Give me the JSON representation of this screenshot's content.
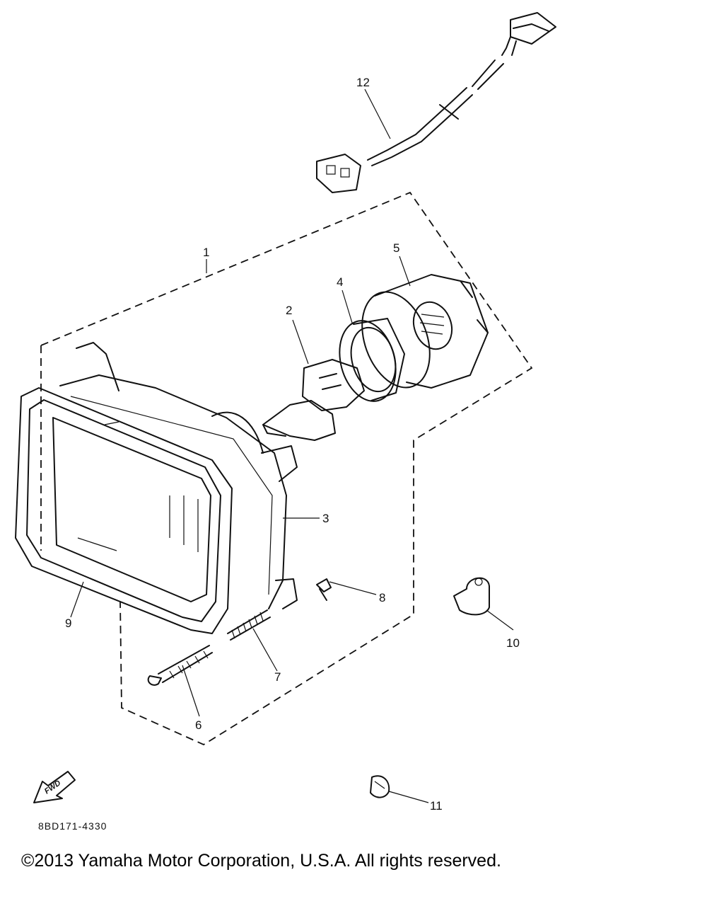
{
  "diagram": {
    "callouts": [
      "1",
      "2",
      "3",
      "4",
      "5",
      "6",
      "7",
      "8",
      "9",
      "10",
      "11",
      "12"
    ],
    "part_code": "8BD171-4330",
    "fwd_label": "FWD"
  },
  "footer": {
    "copyright": "©2013 Yamaha Motor Corporation, U.S.A. All rights reserved."
  }
}
